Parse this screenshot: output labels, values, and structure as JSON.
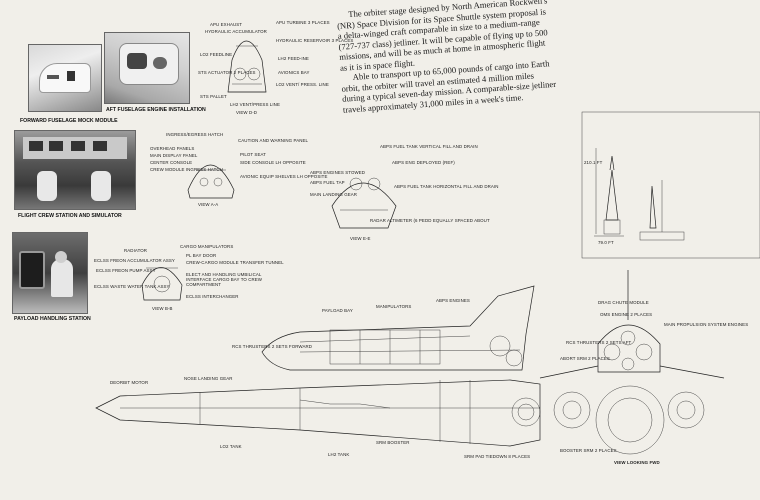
{
  "body": {
    "paragraph1": "The orbiter stage designed by North American Rockwell's (NR) Space Division for its Space Shuttle system proposal is a delta-winged craft comparable in size to a medium-range (727-737 class) jetliner. It will be capable of flying up to 500 missions, and will be as much at home in atmospheric flight as it is in space flight.",
    "paragraph2": "Able to transport up to 65,000 pounds of cargo into Earth orbit, the orbiter will travel an estimated 4 million miles during a typical seven-day mission. A comparable-size jetliner travels approximately 31,000 miles in a week's time."
  },
  "captions": {
    "forward_fuselage": "FORWARD FUSELAGE MOCK MODULE",
    "aft_fuselage": "AFT FUSELAGE ENGINE INSTALLATION",
    "flight_crew": "FLIGHT CREW STATION AND SIMULATOR",
    "payload_handling": "PAYLOAD HANDLING STATION",
    "view_looking_fwd": "VIEW LOOKING FWD"
  },
  "views": {
    "view_dd": "VIEW D-D",
    "view_aa": "VIEW A-A",
    "view_bb": "VIEW B-B",
    "view_ee": "VIEW E-E"
  },
  "labels_dd": {
    "apu_exhaust": "APU EXHAUST",
    "hydraulic_accumulator": "HYDRAULIC ACCUMULATOR",
    "apu_turbine": "APU TURBINE 3 PLACES",
    "hydraulic_reservoir": "HYDRAULIC RESERVOIR 3 PLACES",
    "lo2_feedline": "LO2 FEEDLINE",
    "lh2_feedline": "LH2 FEED-INE",
    "sts_actuator": "STS ACTUATOR 2 PLACES",
    "avionics_bay": "AVIONICS BAY",
    "lo2_vent": "LO2 VENT/ PRESS. LINE",
    "sts_pallet": "STS PALLET",
    "lh2_vent": "LH2 VENT/PRESS LINE"
  },
  "labels_aa": {
    "ingress_egress": "INGRESS/EGRESS HATCH",
    "overhead_panels": "OVERHEAD PANELS",
    "main_display": "MAIN DISPLAY PANEL",
    "center_console": "CENTER CONSOLE",
    "crew_module": "CREW MODULE INGRESS HATCH",
    "caution_warning": "CAUTION AND WARNING PANEL",
    "pilot_seat": "PILOT SEAT",
    "side_console": "SIDE CONSOLE LH OPPOSITE",
    "avionic_equip": "AVIONIC EQUIP SHELVES LH OPPOSITE"
  },
  "labels_bb": {
    "radiator": "RADIATOR",
    "eclss_freon_accum": "ECLSS FREON ACCUMULATOR ASSY",
    "eclss_freon_pump": "ECLSS FREON PUMP ASSY",
    "eclss_waste": "ECLSS WASTE WATER TANK ASSY",
    "cargo_manipulators": "CARGO MANIPULATORS",
    "pl_bay_door": "PL BAY DOOR",
    "crew_cargo": "CREW-CARGO MODULE TRANSFER TUNNEL",
    "elect_handling": "ELECT AND HANDLING UMBILICAL INTERFACE CARGO BAY TO CREW COMPARTMENT",
    "eclss_interchanger": "ECLSS INTERCHANGER"
  },
  "labels_ee": {
    "abps_fuel_vert": "ABPS FUEL TANK VERTICAL FILL AND DRAIN",
    "abps_eng_deployed": "ABPS ENG DEPLOYED (REF)",
    "abps_engines_stowed": "ABPS ENGINES STOWED",
    "abps_fuel_tap": "ABPS FUEL TAP",
    "main_landing": "MAIN LANDING GEAR",
    "abps_fuel_horiz": "ABPS FUEL TANK HORIZONTAL FILL AND DRAIN",
    "radar_altimeter": "RADAR ALTIMETER (6 PEDD EQUALLY SPACED ABOUT"
  },
  "labels_main": {
    "payload_bay": "PAYLOAD BAY",
    "manipulators": "MANIPULATORS",
    "abps_engines": "ABPS ENGINES",
    "rcs_thrusters": "RCS THRUSTERS 2 SETS FORWARD",
    "nose_landing": "NOSE LANDING GEAR",
    "deorbit_motor": "DEORBIT MOTOR",
    "lo2_tank": "LO2 TANK",
    "lh2_tank": "LH2 TANK",
    "srm_booster": "SRM BOOSTER",
    "srm_pad_tiedown": "SRM PAD TIEDOWN 8 PLACES"
  },
  "labels_fwd": {
    "drag_chute": "DRAG CHUTE MODULE",
    "oms_engine": "OMS ENGINE 2 PLACES",
    "main_propulsion": "MAIN PROPULSION SYSTEM ENGINES",
    "rcs_thrusters_aft": "RCS THRUSTERS 2 SETS AFT",
    "abort_srm": "ABORT SRM 2 PLACES",
    "booster_srm": "BOOSTER SRM 2 PLACES"
  },
  "dims": {
    "height": "210.1 FT",
    "width": "79.0 FT"
  }
}
